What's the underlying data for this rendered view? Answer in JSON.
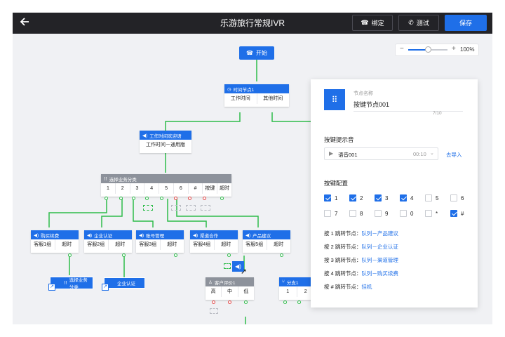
{
  "header": {
    "title": "乐游旅行常规IVR",
    "bind_label": "绑定",
    "test_label": "测试",
    "save_label": "保存",
    "back_icon": "arrow-left-icon"
  },
  "zoom": {
    "minus": "−",
    "plus": "+",
    "percent": "100%",
    "level": 0.5
  },
  "nodes": {
    "start": "开始",
    "time_node": {
      "title": "时间节点1",
      "branches": [
        "工作时间",
        "其他时间"
      ]
    },
    "welcome": {
      "title": "工作时间欢迎语",
      "content": "工作时间－通用版"
    },
    "select": {
      "title": "选择业务分类",
      "keys": [
        "1",
        "2",
        "3",
        "4",
        "5",
        "6",
        "#",
        "按键",
        "超时"
      ]
    },
    "biz": [
      {
        "title": "购买续费",
        "left": "客服1组",
        "right": "超时"
      },
      {
        "title": "企业认证",
        "left": "客服2组",
        "right": "超时"
      },
      {
        "title": "账号管理",
        "left": "客服3组",
        "right": "超时"
      },
      {
        "title": "渠道合作",
        "left": "客服4组",
        "right": "超时"
      },
      {
        "title": "产品建议",
        "left": "客服5组",
        "right": "超时"
      }
    ],
    "leaf1": "选择业务分类",
    "leaf2": "企业认证",
    "rating": {
      "title": "客户评价1",
      "opts": [
        "高",
        "中",
        "低"
      ]
    },
    "branch": {
      "title": "分支1",
      "items": [
        "1",
        "2"
      ]
    }
  },
  "panel": {
    "name_label": "节点名称",
    "name_value": "按键节点001",
    "counter": "7/10",
    "prompt_label": "按键提示音",
    "audio_name": "语音001",
    "audio_time": "00:10",
    "import_link": "去导入",
    "config_label": "按键配置",
    "keys": [
      {
        "k": "1",
        "on": true
      },
      {
        "k": "2",
        "on": true
      },
      {
        "k": "3",
        "on": true
      },
      {
        "k": "4",
        "on": true
      },
      {
        "k": "5",
        "on": false
      },
      {
        "k": "6",
        "on": false
      },
      {
        "k": "7",
        "on": false
      },
      {
        "k": "8",
        "on": false
      },
      {
        "k": "9",
        "on": false
      },
      {
        "k": "0",
        "on": false
      },
      {
        "k": "*",
        "on": false
      },
      {
        "k": "#",
        "on": true
      }
    ],
    "jumps": [
      {
        "pre": "按 1 跳转节点：",
        "link": "队列－产品建议"
      },
      {
        "pre": "按 2 跳转节点：",
        "link": "队列－企业认证"
      },
      {
        "pre": "按 3 跳转节点：",
        "link": "队列－渠道管理"
      },
      {
        "pre": "按 4 跳转节点：",
        "link": "队列－购买续费"
      },
      {
        "pre": "按 # 跳转节点：",
        "link": "挂机"
      }
    ]
  },
  "colors": {
    "accent": "#1f6fe8",
    "topbar": "#232327",
    "edge": "#2ebc4a",
    "gray_node": "#8d929b"
  }
}
